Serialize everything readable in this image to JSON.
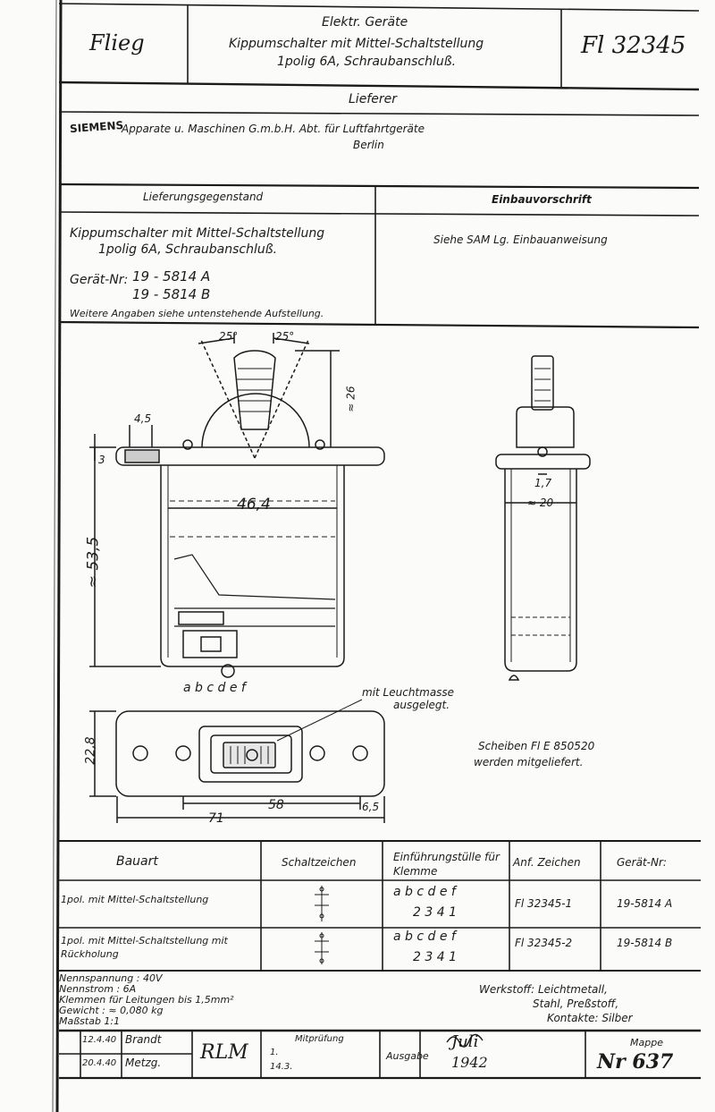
{
  "header": {
    "category": "Flieg",
    "title_line1": "Elektr. Geräte",
    "title_line2": "Kippumschalter mit Mittel-Schaltstellung",
    "title_line3": "1polig 6A, Schraubanschluß.",
    "number": "Fl 32345"
  },
  "supplier": {
    "heading": "Lieferer",
    "brand": "SIEMENS",
    "name": "Apparate u. Maschinen G.m.b.H. Abt. für Luftfahrtgeräte",
    "city": "Berlin"
  },
  "delivery": {
    "heading": "Lieferungsgegenstand",
    "item_line1": "Kippumschalter mit Mittel-Schaltstellung",
    "item_line2": "1polig 6A, Schraubanschluß.",
    "device_label": "Gerät-Nr:",
    "device_a": "19 - 5814  A",
    "device_b": "19 - 5814  B",
    "more_info": "Weitere Angaben siehe untenstehende Aufstellung."
  },
  "install": {
    "heading": "Einbauvorschrift",
    "text": "Siehe SAM Lg. Einbauanweisung"
  },
  "drawing": {
    "angle_left": "25°",
    "angle_right": "25°",
    "dim_26": "≈ 26",
    "dim_45": "4,5",
    "dim_3": "3",
    "dim_464": "46,4",
    "dim_535": "≈ 53,5",
    "terminals": "a  b  c  d  e  f",
    "side_17": "1,7",
    "side_20": "≈ 20",
    "note_line1": "mit Leuchtmasse",
    "note_line2": "ausgelegt.",
    "dim_228": "22,8",
    "dim_58": "58",
    "dim_65": "6,5",
    "dim_71": "71",
    "shims_line1": "Scheiben Fl E 850520",
    "shims_line2": "werden mitgeliefert."
  },
  "table": {
    "headers": [
      "Bauart",
      "Schaltzeichen",
      "Einführungstülle für Klemme",
      "Anf. Zeichen",
      "Gerät-Nr:"
    ],
    "rows": [
      {
        "type": "1pol. mit Mittel-Schaltstellung",
        "letters": "a  b  c  d  e  f",
        "nums": "2  3  4  1",
        "code": "Fl 32345-1",
        "device": "19-5814 A"
      },
      {
        "type": "1pol. mit Mittel-Schaltstellung mit Rückholung",
        "letters": "a  b  c  d  e  f",
        "nums": "2  3  4  1",
        "code": "Fl 32345-2",
        "device": "19-5814 B"
      }
    ]
  },
  "specs": {
    "line1": "Nennspannung : 40V",
    "line2": "Nennstrom     :  6A",
    "line3": "Klemmen für Leitungen bis 1,5mm²",
    "line4": "Gewicht :  ≈ 0,080 kg",
    "line5": "Maßstab   1:1"
  },
  "material": {
    "line1": "Werkstoff: Leichtmetall,",
    "line2": "Stahl, Preßstoff,",
    "line3": "Kontakte: Silber"
  },
  "footer": {
    "date1": "12.4.40",
    "name1": "Brandt",
    "date2": "20.4.40",
    "name2": "Metzg.",
    "rlm": "RLM",
    "check_label": "Mitprüfung",
    "check_sig": "1.",
    "check_date": "14.3.",
    "edition_label": "Ausgabe",
    "edition_month": "Juli",
    "edition_year": "1942",
    "folder_label": "Mappe",
    "folder_nr": "Nr 637"
  }
}
